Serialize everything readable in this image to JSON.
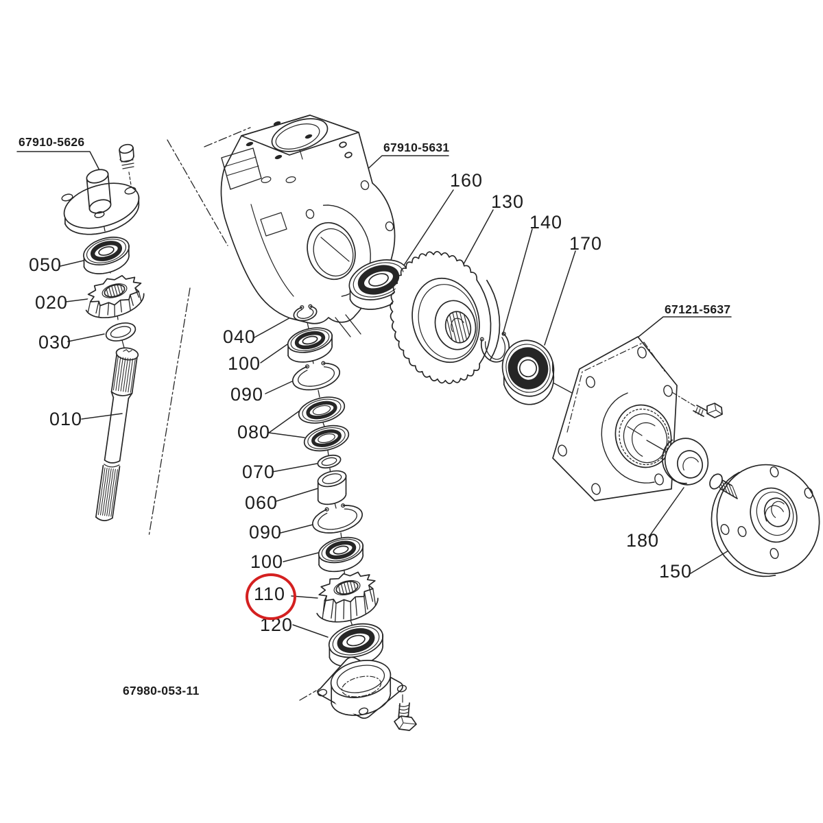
{
  "diagram": {
    "type": "exploded-parts-diagram",
    "colors": {
      "background": "#ffffff",
      "line": "#262626",
      "label": "#1c1c1c",
      "highlight": "#d42020"
    },
    "part_refs": {
      "upper_left_assembly": "67910-5626",
      "gear_case": "67910-5631",
      "cover": "67121-5637",
      "diagram_code": "67980-053-11"
    },
    "callouts": {
      "c010": "010",
      "c020": "020",
      "c030": "030",
      "c040": "040",
      "c050": "050",
      "c060": "060",
      "c070": "070",
      "c080": "080",
      "c090a": "090",
      "c090b": "090",
      "c100a": "100",
      "c100b": "100",
      "c110": "110",
      "c120": "120",
      "c130": "130",
      "c140": "140",
      "c150": "150",
      "c160": "160",
      "c170": "170",
      "c180": "180"
    },
    "highlighted_callout": "110"
  }
}
